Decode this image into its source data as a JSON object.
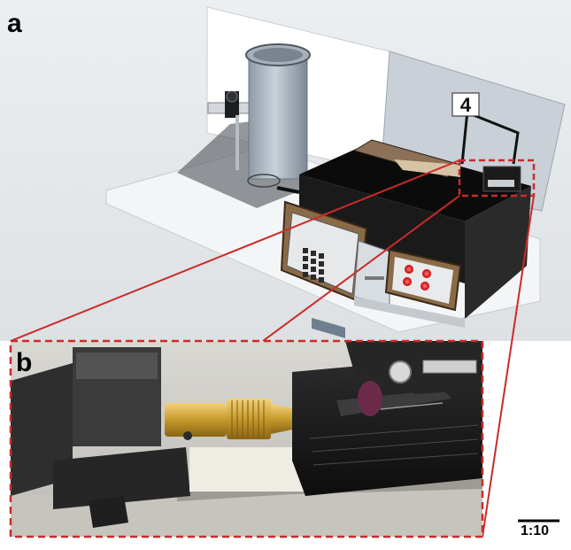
{
  "figure": {
    "panel_a_label": "a",
    "panel_b_label": "b",
    "callout_number": "4",
    "scale_bar_label": "1:10",
    "colors": {
      "callout_border": "#cc2a2a",
      "machine_body": "#0a0a0a",
      "panel_wood": "#8a6b48",
      "brass": "#c79a2c",
      "background": "#dfe3e6"
    }
  }
}
